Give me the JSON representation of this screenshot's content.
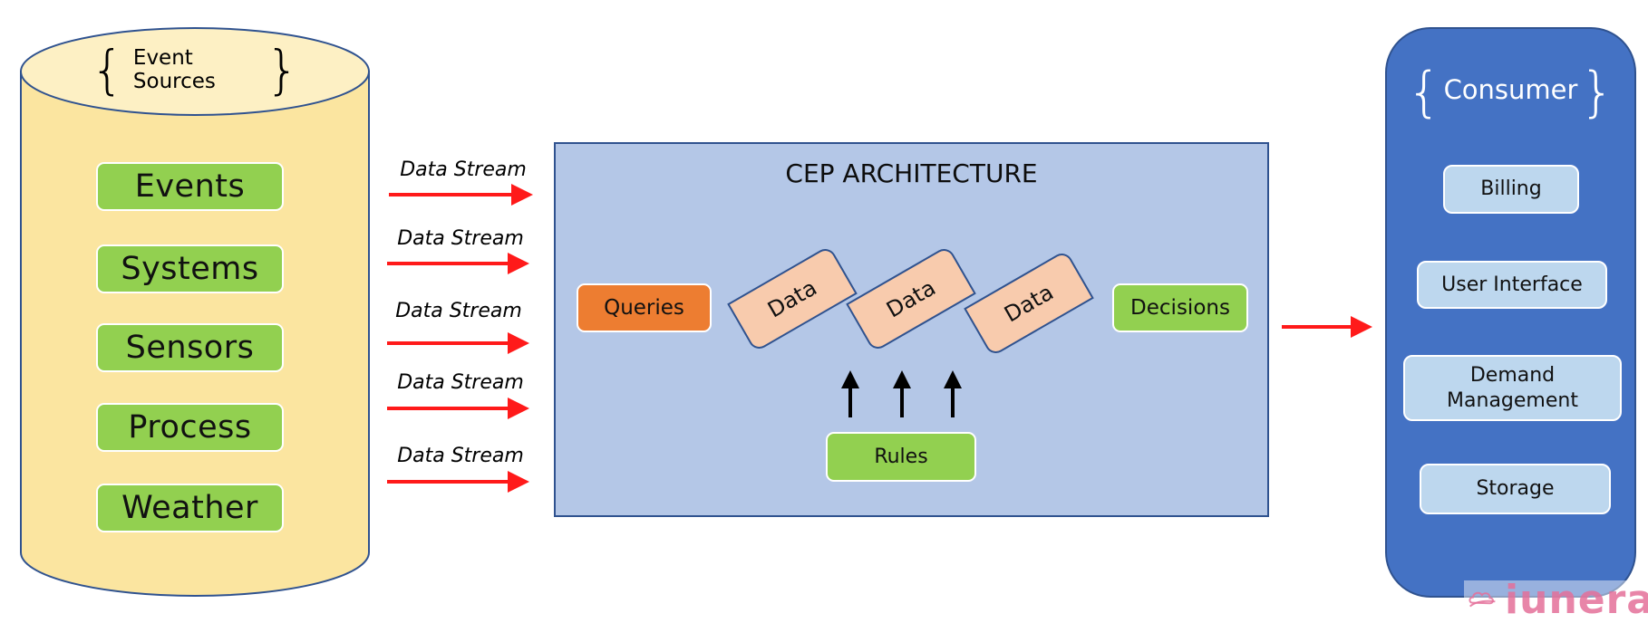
{
  "colors": {
    "cylinder_fill": "#fbe5a0",
    "cylinder_top": "#fdf0c4",
    "outline": "#2f528f",
    "green": "#92d050",
    "orange": "#ed7d31",
    "data_fill": "#f8cbad",
    "cep_fill": "#b4c7e7",
    "consumer_fill": "#4472c4",
    "consumer_item_fill": "#bdd7ee",
    "arrow_red": "#ff0000",
    "watermark_pink": "#e4709a"
  },
  "event_sources": {
    "title": "Event Sources",
    "brace_open": "{",
    "brace_close": "}",
    "items": [
      "Events",
      "Systems",
      "Sensors",
      "Process",
      "Weather"
    ]
  },
  "streams": {
    "labels": [
      "Data Stream",
      "Data Stream",
      "Data Stream",
      "Data Stream",
      "Data Stream"
    ]
  },
  "cep": {
    "title": "CEP ARCHITECTURE",
    "queries": "Queries",
    "data_items": [
      "Data",
      "Data",
      "Data"
    ],
    "decisions": "Decisions",
    "rules": "Rules"
  },
  "consumer": {
    "title": "Consumer",
    "brace_open": "{",
    "brace_close": "}",
    "items": [
      "Billing",
      "User Interface",
      "Demand Management",
      "Storage"
    ]
  },
  "watermark": {
    "text": "iunera",
    "icon": "cloud-logo-icon"
  }
}
